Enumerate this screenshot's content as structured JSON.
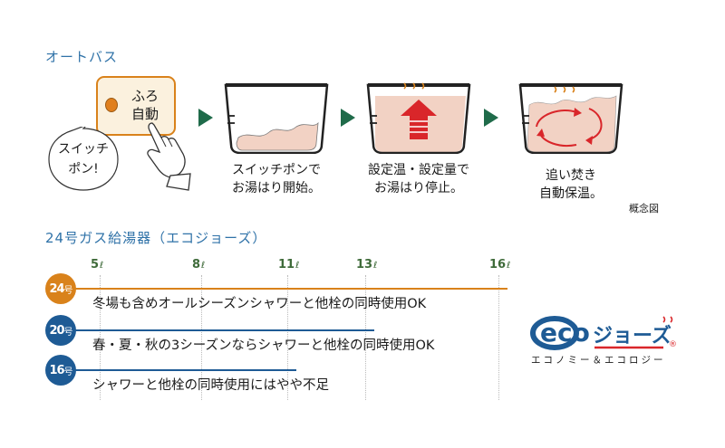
{
  "autobath": {
    "title": "オートバス",
    "switch_label_line1": "ふろ",
    "switch_label_line2": "自動",
    "bubble_line1": "スイッチ",
    "bubble_line2": "ポン!",
    "steps": [
      {
        "line1": "スイッチポンで",
        "line2": "お湯はり開始。"
      },
      {
        "line1": "設定温・設定量で",
        "line2": "お湯はり停止。"
      },
      {
        "line1": "追い焚き",
        "line2": "自動保温。"
      }
    ],
    "note": "概念図"
  },
  "heater": {
    "title": "24号ガス給湯器（エコジョーズ）",
    "ticks": [
      {
        "value": "5",
        "unit": "ℓ"
      },
      {
        "value": "8",
        "unit": "ℓ"
      },
      {
        "value": "11",
        "unit": "ℓ"
      },
      {
        "value": "13",
        "unit": "ℓ"
      },
      {
        "value": "16",
        "unit": "ℓ"
      }
    ],
    "rows": [
      {
        "num": "24",
        "suffix": "号",
        "text": "冬場も含めオールシーズンシャワーと他栓の同時使用OK",
        "color": "#d9821b",
        "reach": 16
      },
      {
        "num": "20",
        "suffix": "号",
        "text": "春・夏・秋の3シーズンならシャワーと他栓の同時使用OK",
        "color": "#1e5b95",
        "reach": 13
      },
      {
        "num": "16",
        "suffix": "号",
        "text": "シャワーと他栓の同時使用にはやや不足",
        "color": "#1e5b95",
        "reach": 11
      }
    ]
  },
  "logo": {
    "main": "ecoジョーズ",
    "registered": "®",
    "sub": "エコノミー＆エコロジー"
  },
  "colors": {
    "accent_blue": "#2f72a8",
    "arrow_green": "#1f6b4a",
    "orange": "#d9821b",
    "navy": "#1e5b95",
    "water_pink": "#f2d2c4",
    "red": "#d9262a"
  }
}
